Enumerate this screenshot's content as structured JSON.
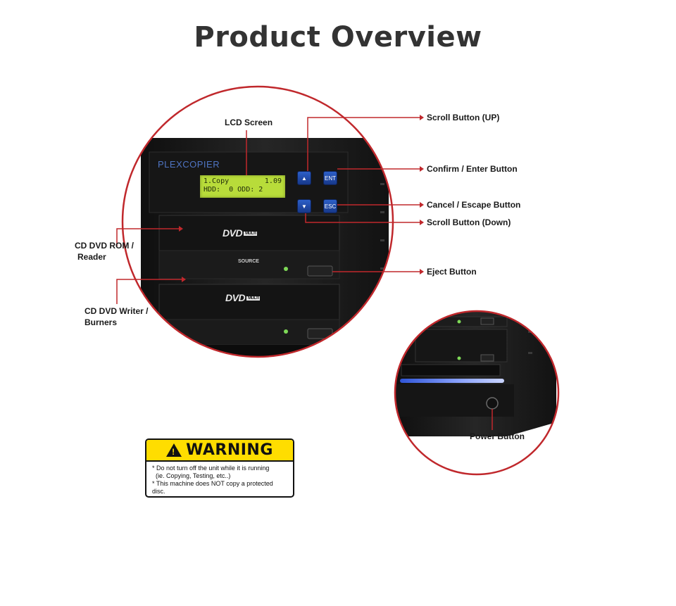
{
  "title": "Product Overview",
  "device": {
    "brand": "PLEXCOPIER",
    "lcd": {
      "line1_left": "1.Copy",
      "line1_right": "1.09",
      "line2": "HDD:  0 ODD: 2"
    },
    "buttons": {
      "up_glyph": "▲",
      "down_glyph": "▼",
      "enter_label": "ENT",
      "escape_label": "ESC"
    },
    "drive_logo": "DVD",
    "drive_logo_sub": "MULTI",
    "source_label": "SOURCE"
  },
  "callouts": {
    "lcd_screen": "LCD Screen",
    "scroll_up": "Scroll Button (UP)",
    "confirm_enter": "Confirm / Enter Button",
    "cancel_escape": "Cancel / Escape Button",
    "scroll_down": "Scroll Button (Down)",
    "reader_line1": "CD DVD ROM /",
    "reader_line2": "Reader",
    "eject": "Eject Button",
    "writer_line1": "CD DVD Writer /",
    "writer_line2": "Burners",
    "power": "Power Button"
  },
  "warning": {
    "heading": "WARNING",
    "symbol": "!",
    "line1": "* Do not turn off the unit while it is running",
    "line2": "(ie. Copying, Testing, etc..)",
    "line3": "* This machine does NOT copy a protected disc."
  },
  "colors": {
    "circle_stroke": "#c0282c",
    "leader_line": "#c0282c",
    "device_body": "#1c1c1c",
    "lcd_green": "#b8dc3a",
    "button_blue": "#2049a8",
    "warning_yellow": "#ffdd00"
  }
}
